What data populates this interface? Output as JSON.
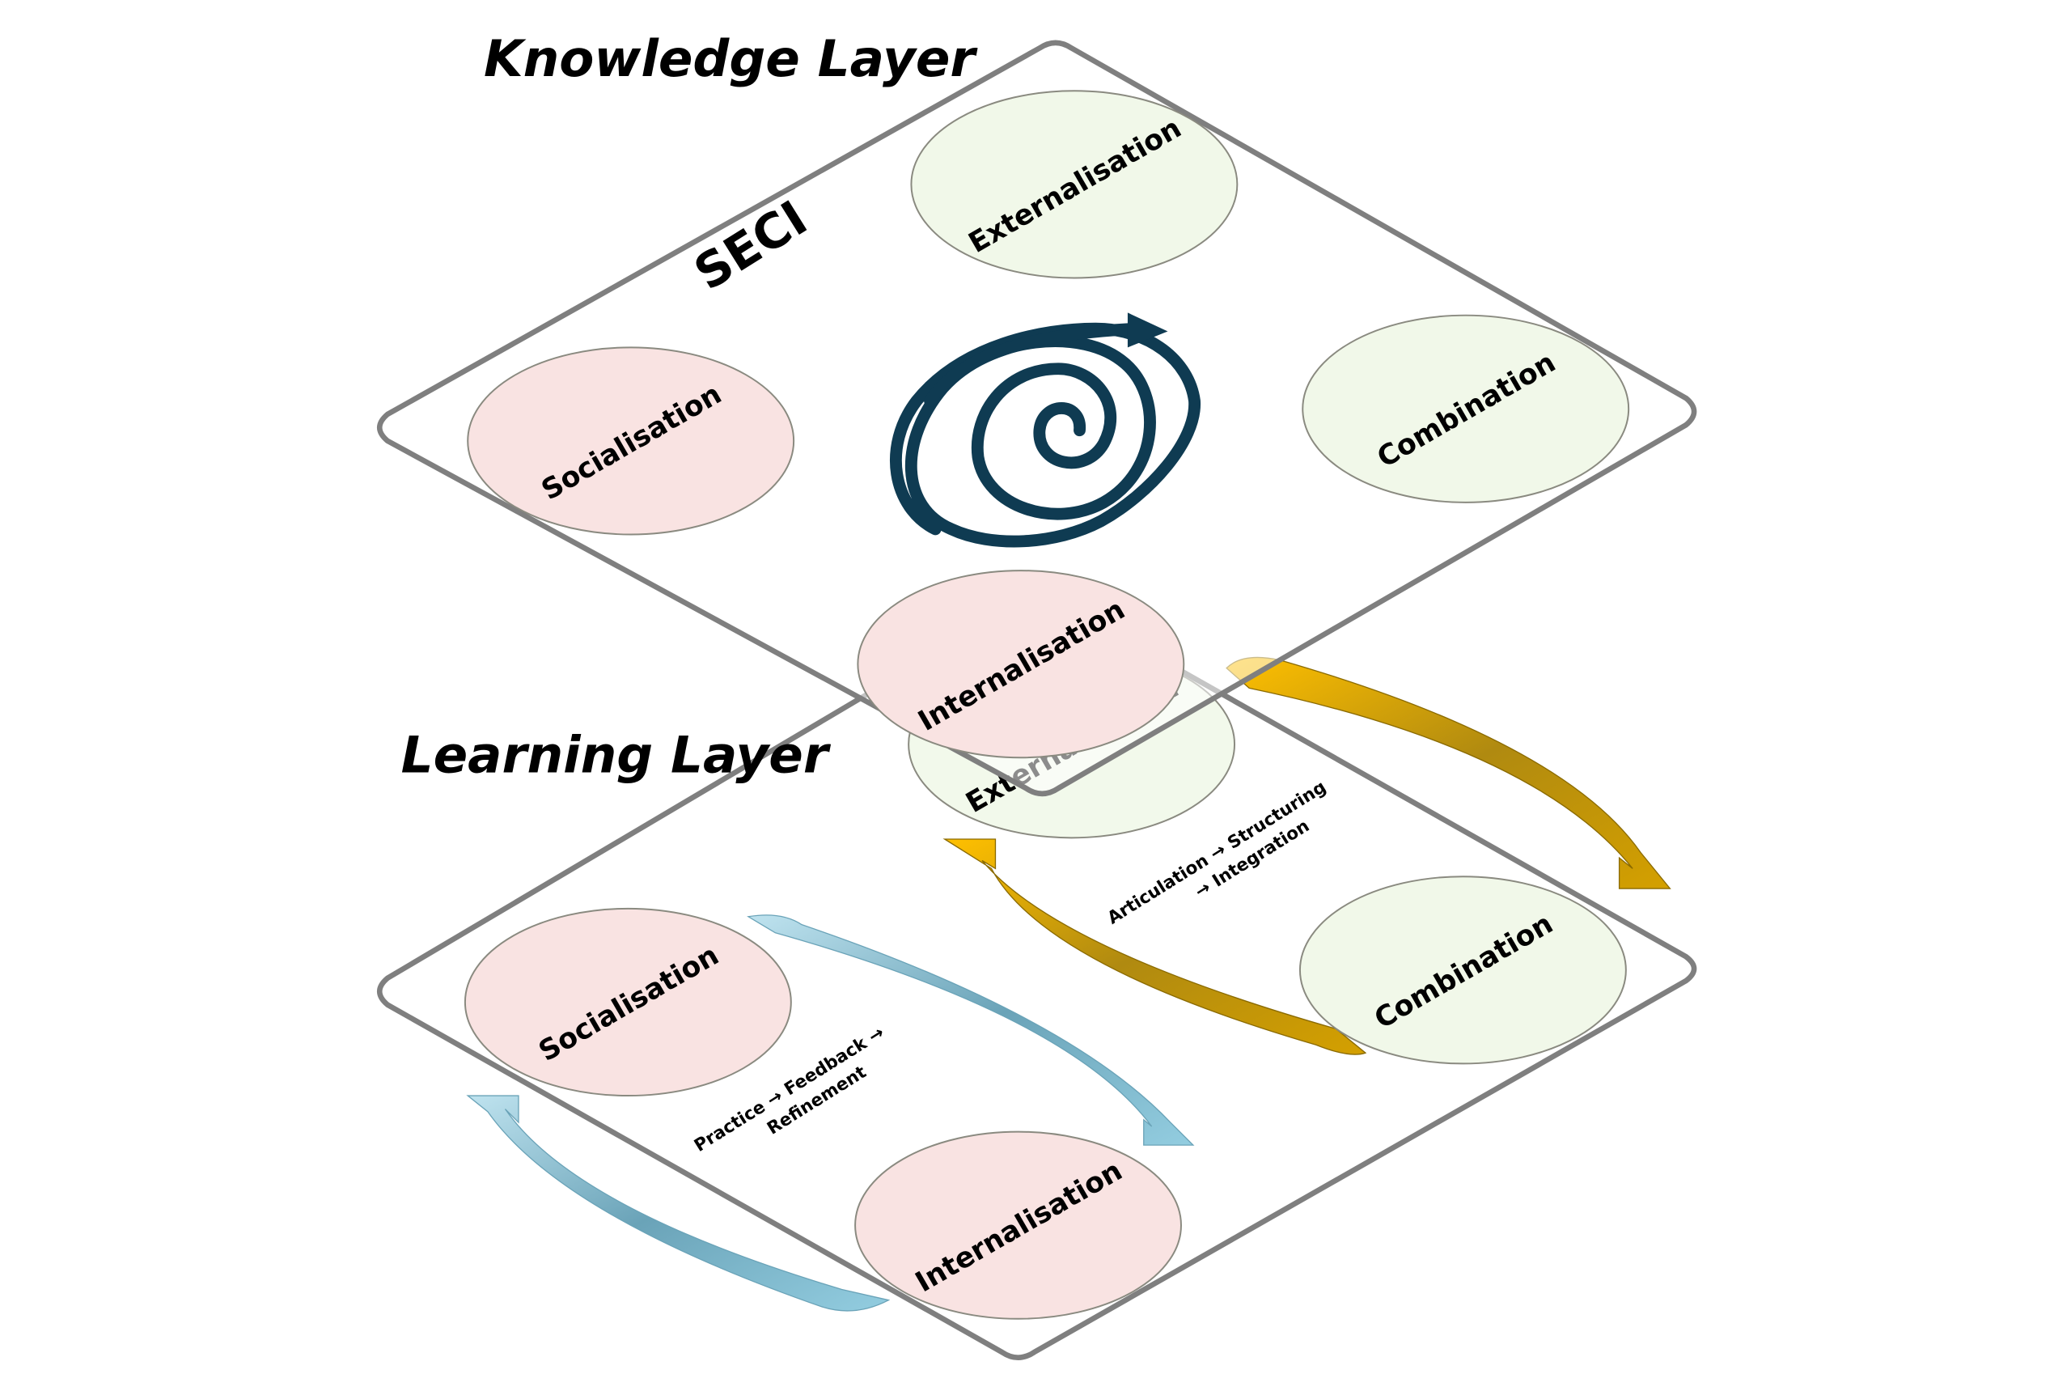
{
  "knowledge_layer": {
    "title": "Knowledge Layer",
    "subtitle": "SECI",
    "nodes": [
      {
        "id": "socialisation",
        "label": "Socialisation",
        "fill": "#f9e3e2"
      },
      {
        "id": "externalisation",
        "label": "Externalisation",
        "fill": "#f1f8e9"
      },
      {
        "id": "combination",
        "label": "Combination",
        "fill": "#f1f8e9"
      },
      {
        "id": "internalisation",
        "label": "Internalisation",
        "fill": "#f9e3e2"
      }
    ],
    "spiral_color": "#0f3b52"
  },
  "learning_layer": {
    "title": "Learning Layer",
    "nodes": [
      {
        "id": "socialisation",
        "label": "Socialisation",
        "fill": "#f9e3e2"
      },
      {
        "id": "externalisation",
        "label": "Externalisation",
        "fill": "#f1f8e9"
      },
      {
        "id": "combination",
        "label": "Combination",
        "fill": "#f1f8e9"
      },
      {
        "id": "internalisation",
        "label": "Internalisation",
        "fill": "#f9e3e2"
      }
    ],
    "tacit_cycle": {
      "label_line1": "Practice → Feedback →",
      "label_line2": "Refinement",
      "color": "#93cde0"
    },
    "explicit_cycle": {
      "label_line1": "Articulation → Structuring",
      "label_line2": "→ Integration",
      "color": "#d4a000"
    }
  },
  "colors": {
    "layer_border": "#7f7f7f",
    "node_border": "#8a8a80"
  }
}
